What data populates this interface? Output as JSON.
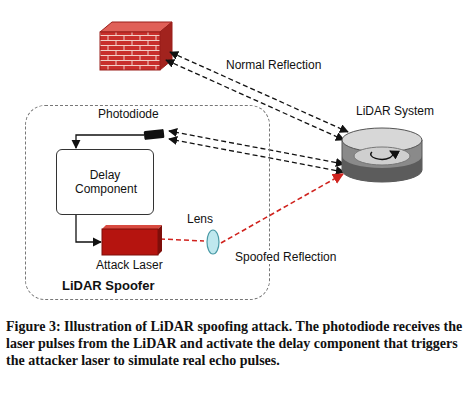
{
  "diagram": {
    "caption": "Figure 3: Illustration of LiDAR spoofing attack. The photodiode receives the laser pulses from the LiDAR and activate the delay component that triggers the attacker laser to simulate real echo pulses.",
    "nodes": [
      {
        "text": [
          "LiDAR Spoofer"
        ]
      },
      {
        "text": [
          "Photodiode"
        ],
        "in": 0
      },
      {
        "text": [
          "Delay Component"
        ],
        "in": 0
      },
      {
        "text": [
          "Lens"
        ],
        "in": 0
      },
      {
        "text": [
          "Attack Laser"
        ],
        "in": 0
      },
      {
        "text": [
          "LiDAR System"
        ]
      }
    ],
    "edges": [
      {
        "from": 1,
        "to": 2,
        "arrow": "to"
      },
      {
        "from": 2,
        "to": 4,
        "arrow": "to"
      },
      {
        "from": 5,
        "to": 1,
        "arrow": "both"
      },
      {
        "from": 3,
        "to": 5,
        "arrow": "to",
        "label": "Spoofed Reflection"
      }
    ],
    "labels": [
      "Normal Reflection"
    ]
  }
}
